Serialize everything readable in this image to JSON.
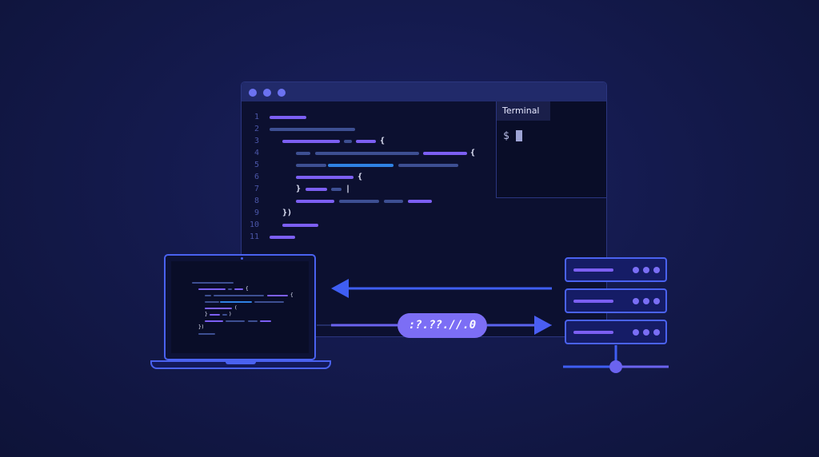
{
  "editor": {
    "line_numbers": [
      "1",
      "2",
      "3",
      "4",
      "5",
      "6",
      "7",
      "8",
      "9",
      "10",
      "11"
    ],
    "braces": [
      "{",
      "{",
      "{",
      "} ",
      "|",
      "})"
    ]
  },
  "terminal": {
    "tab_label": "Terminal",
    "prompt": "$"
  },
  "laptop": {
    "mini_braces": [
      "{",
      "{",
      "(",
      "} ",
      ")",
      "})"
    ]
  },
  "connection": {
    "ip_label": ":?.??.//.0"
  },
  "icons": {
    "left_arrow": "arrow-left-icon",
    "right_arrow": "arrow-right-icon",
    "server": "server-stack-icon",
    "laptop": "laptop-icon"
  },
  "colors": {
    "background": "#141a4d",
    "accent": "#4a62f0",
    "purple": "#7c5ff3",
    "pill": "#7c6ef5"
  }
}
